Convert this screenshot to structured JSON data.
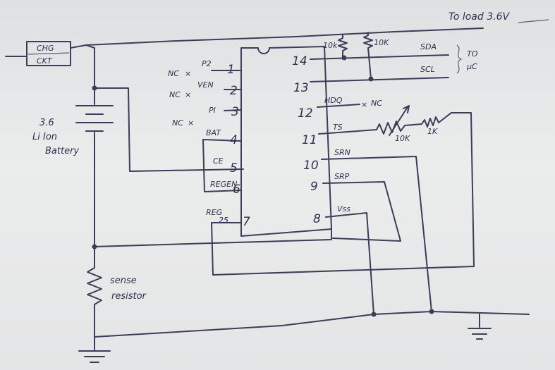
{
  "load_label": "To load 3.6V",
  "charger": {
    "line1": "CHG",
    "line2": "CKT"
  },
  "battery": {
    "line1": "3.6",
    "line2": "Li Ion",
    "line3": "Battery"
  },
  "sense": {
    "line1": "sense",
    "line2": "resistor"
  },
  "pins_left": [
    {
      "num": "1",
      "name": "P2",
      "nc": "NC"
    },
    {
      "num": "2",
      "name": "VEN",
      "nc": "NC"
    },
    {
      "num": "3",
      "name": "PI",
      "nc": "NC"
    },
    {
      "num": "4",
      "name": "BAT"
    },
    {
      "num": "5",
      "name": "CE"
    },
    {
      "num": "6",
      "name": "REGEN"
    },
    {
      "num": "7",
      "name": "REG",
      "sub": "25"
    }
  ],
  "pins_right": [
    {
      "num": "14"
    },
    {
      "num": "13"
    },
    {
      "num": "12",
      "name": "HDQ",
      "nc": "NC"
    },
    {
      "num": "11",
      "name": "TS"
    },
    {
      "num": "10",
      "name": "SRN"
    },
    {
      "num": "9",
      "name": "SRP"
    },
    {
      "num": "8",
      "name": "Vss"
    }
  ],
  "resistors": {
    "r1": "10k",
    "r2": "10K",
    "ts1": "10K",
    "ts2": "1K"
  },
  "bus": {
    "sda": "SDA",
    "scl": "SCL",
    "to": "TO",
    "mcu": "μC"
  }
}
